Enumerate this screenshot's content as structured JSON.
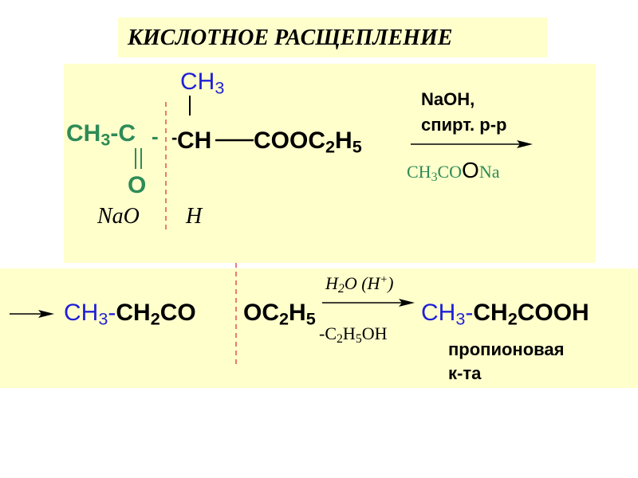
{
  "title": "КИСЛОТНОЕ РАСЩЕПЛЕНИЕ",
  "step1": {
    "ch3_top": "CH",
    "ch3_top_sub": "3",
    "left_group": "CH",
    "left_group_sub": "3",
    "left_group_tail": "-C",
    "dash_a": "-",
    "dash_b": "-",
    "oxygen": "O",
    "chain_ch": "CH",
    "chain_ester_a": "COOC",
    "chain_ester_sub1": "2",
    "chain_ester_b": "H",
    "chain_ester_sub2": "5",
    "nao": "NaO",
    "h": "H",
    "reagent_line1": "NaOH,",
    "reagent_line2": "спирт. р-р",
    "product_a": "CH",
    "product_sub": "3",
    "product_b": "CO",
    "product_o": "O",
    "product_c": "Na"
  },
  "step2": {
    "left_a": "CH",
    "left_sub": "3",
    "left_dash": "-",
    "left_b": "CH",
    "left_b_sub": "2",
    "left_c": "CO",
    "mid_a": "OC",
    "mid_sub1": "2",
    "mid_b": "H",
    "mid_sub2": "5",
    "reagent_a": "H",
    "reagent_sub": "2",
    "reagent_b": "O (H",
    "reagent_sup": "+",
    "reagent_c": ")",
    "byproduct_a": "-C",
    "byproduct_sub1": "2",
    "byproduct_b": "H",
    "byproduct_sub2": "5",
    "byproduct_c": "OH",
    "right_a": "CH",
    "right_sub": "3",
    "right_dash": "-",
    "right_b": "CH",
    "right_b_sub": "2",
    "right_c": "COOH",
    "caption_line1": "пропионовая",
    "caption_line2": "к-та"
  },
  "colors": {
    "panel": "#ffffcc",
    "green": "#2e8b57",
    "blue": "#1f1fd6",
    "cut_line": "#e05050"
  }
}
